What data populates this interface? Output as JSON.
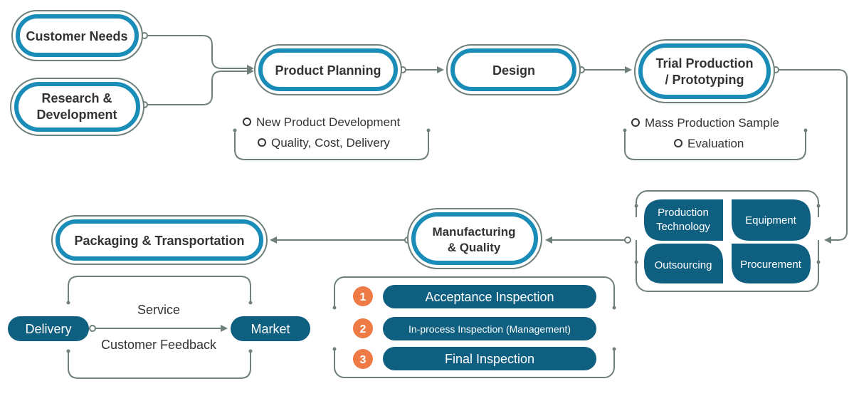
{
  "nodes": {
    "customer_needs": "Customer Needs",
    "research_1": "Research &",
    "research_2": "Development",
    "product_planning": "Product Planning",
    "design": "Design",
    "trial_1": "Trial Production",
    "trial_2": "/ Prototyping",
    "manufacturing_1": "Manufacturing",
    "manufacturing_2": "& Quality",
    "packaging": "Packaging & Transportation"
  },
  "planning_notes": [
    "New Product Development",
    "Quality, Cost, Delivery"
  ],
  "trial_notes": [
    "Mass Production Sample",
    "Evaluation"
  ],
  "resources": {
    "production_1": "Production",
    "production_2": "Technology",
    "equipment": "Equipment",
    "outsourcing": "Outsourcing",
    "procurement": "Procurement"
  },
  "inspections": [
    {
      "num": "1",
      "label": "Acceptance Inspection"
    },
    {
      "num": "2",
      "label": "In-process Inspection (Management)"
    },
    {
      "num": "3",
      "label": "Final Inspection"
    }
  ],
  "market_loop": {
    "delivery": "Delivery",
    "market": "Market",
    "service": "Service",
    "feedback": "Customer Feedback"
  },
  "colors": {
    "teal": "#1a8cb8",
    "dark_teal": "#0f5f80",
    "outline": "#6f7f7a",
    "number": "#ee7a45",
    "text": "#333333"
  }
}
